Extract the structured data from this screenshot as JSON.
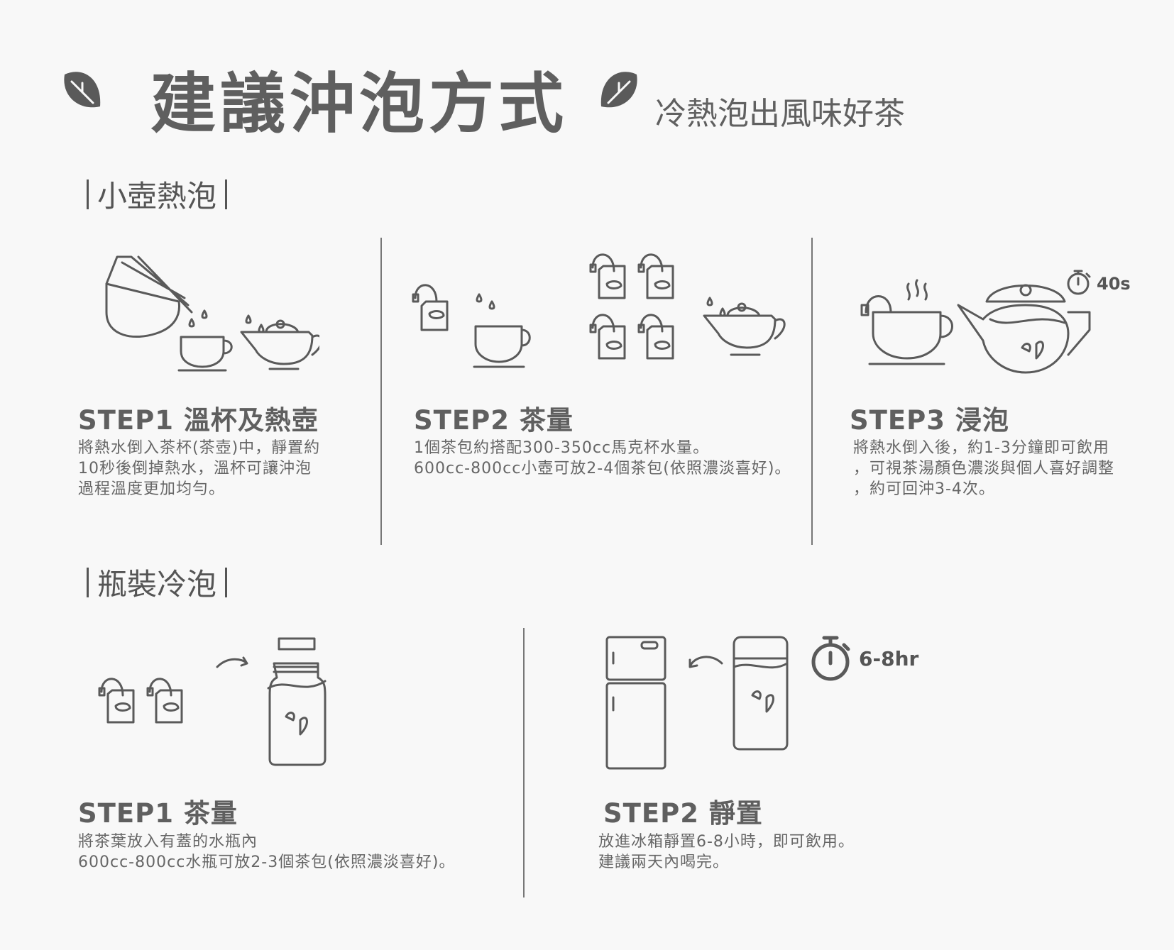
{
  "header": {
    "title": "建議沖泡方式",
    "subtitle": "冷熱泡出風味好茶"
  },
  "hot": {
    "section_label": "小壺熱泡",
    "steps": [
      {
        "title": "STEP1  溫杯及熱壺",
        "body": "將熱水倒入茶杯(茶壺)中，靜置約\n10秒後倒掉熱水，溫杯可讓沖泡\n過程溫度更加均勻。"
      },
      {
        "title": "STEP2  茶量",
        "body": "1個茶包約搭配300-350cc馬克杯水量。\n600cc-800cc小壺可放2-4個茶包(依照濃淡喜好)。"
      },
      {
        "title": "STEP3  浸泡",
        "body": "將熱水倒入後，約1-3分鐘即可飲用\n，可視茶湯顏色濃淡與個人喜好調整\n，約可回沖3-4次。",
        "timer": "40s"
      }
    ]
  },
  "cold": {
    "section_label": "瓶裝冷泡",
    "steps": [
      {
        "title": "STEP1  茶量",
        "body": "將茶葉放入有蓋的水瓶內\n600cc-800cc水瓶可放2-3個茶包(依照濃淡喜好)。"
      },
      {
        "title": "STEP2  靜置",
        "body": "放進冰箱靜置6-8小時，即可飲用。\n建議兩天內喝完。",
        "timer": "6-8hr"
      }
    ]
  }
}
